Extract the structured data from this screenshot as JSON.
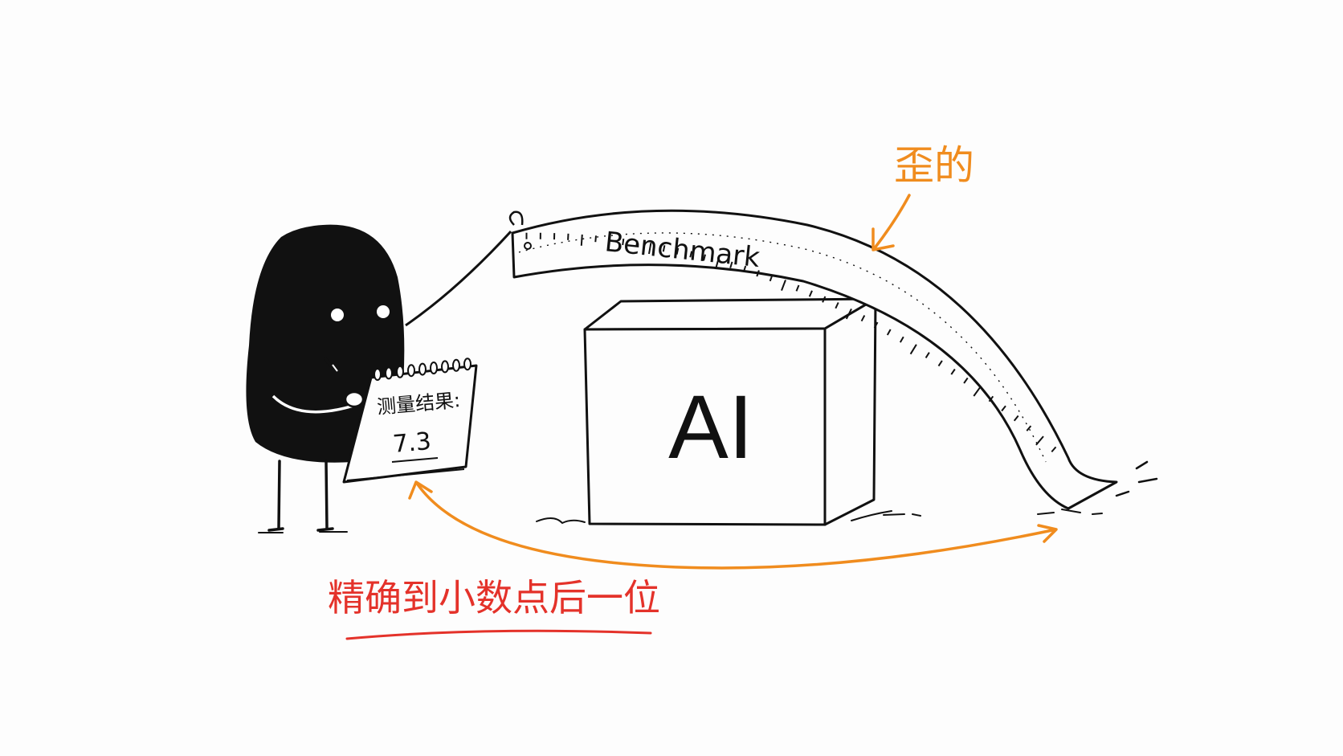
{
  "ruler": {
    "label": "Benchmark"
  },
  "box": {
    "label": "AI"
  },
  "notepad": {
    "heading": "测量结果:",
    "value": "7.3"
  },
  "annotations": {
    "skewed": "歪的",
    "precision": "精确到小数点后一位"
  },
  "colors": {
    "ink": "#111111",
    "orange": "#f08c1e",
    "red": "#e4322a",
    "paper": "#fdfdfd"
  }
}
